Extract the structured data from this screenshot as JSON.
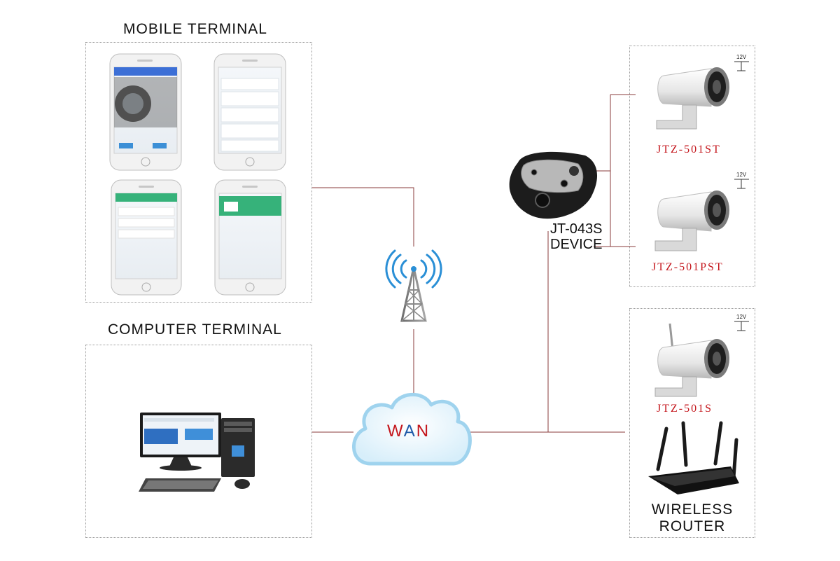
{
  "mobile_terminal": {
    "title": "MOBILE TERMINAL"
  },
  "computer_terminal": {
    "title": "COMPUTER TERMINAL"
  },
  "wan": {
    "label_w": "W",
    "label_a": "A",
    "label_n": "N"
  },
  "device": {
    "line1": "JT-043S",
    "line2": "DEVICE"
  },
  "cameras": [
    {
      "label": "JTZ-501ST",
      "voltage": "12V"
    },
    {
      "label": "JTZ-501PST",
      "voltage": "12V"
    },
    {
      "label": "JTZ-501S",
      "voltage": "12V"
    }
  ],
  "router": {
    "line1": "WIRELESS",
    "line2": "ROUTER"
  },
  "colors": {
    "link_line": "#8a3b3b",
    "cloud": "#9fd3ee",
    "wan_red": "#c4161c",
    "wan_blue": "#1e5aa8",
    "camera_label": "#c4161c"
  }
}
